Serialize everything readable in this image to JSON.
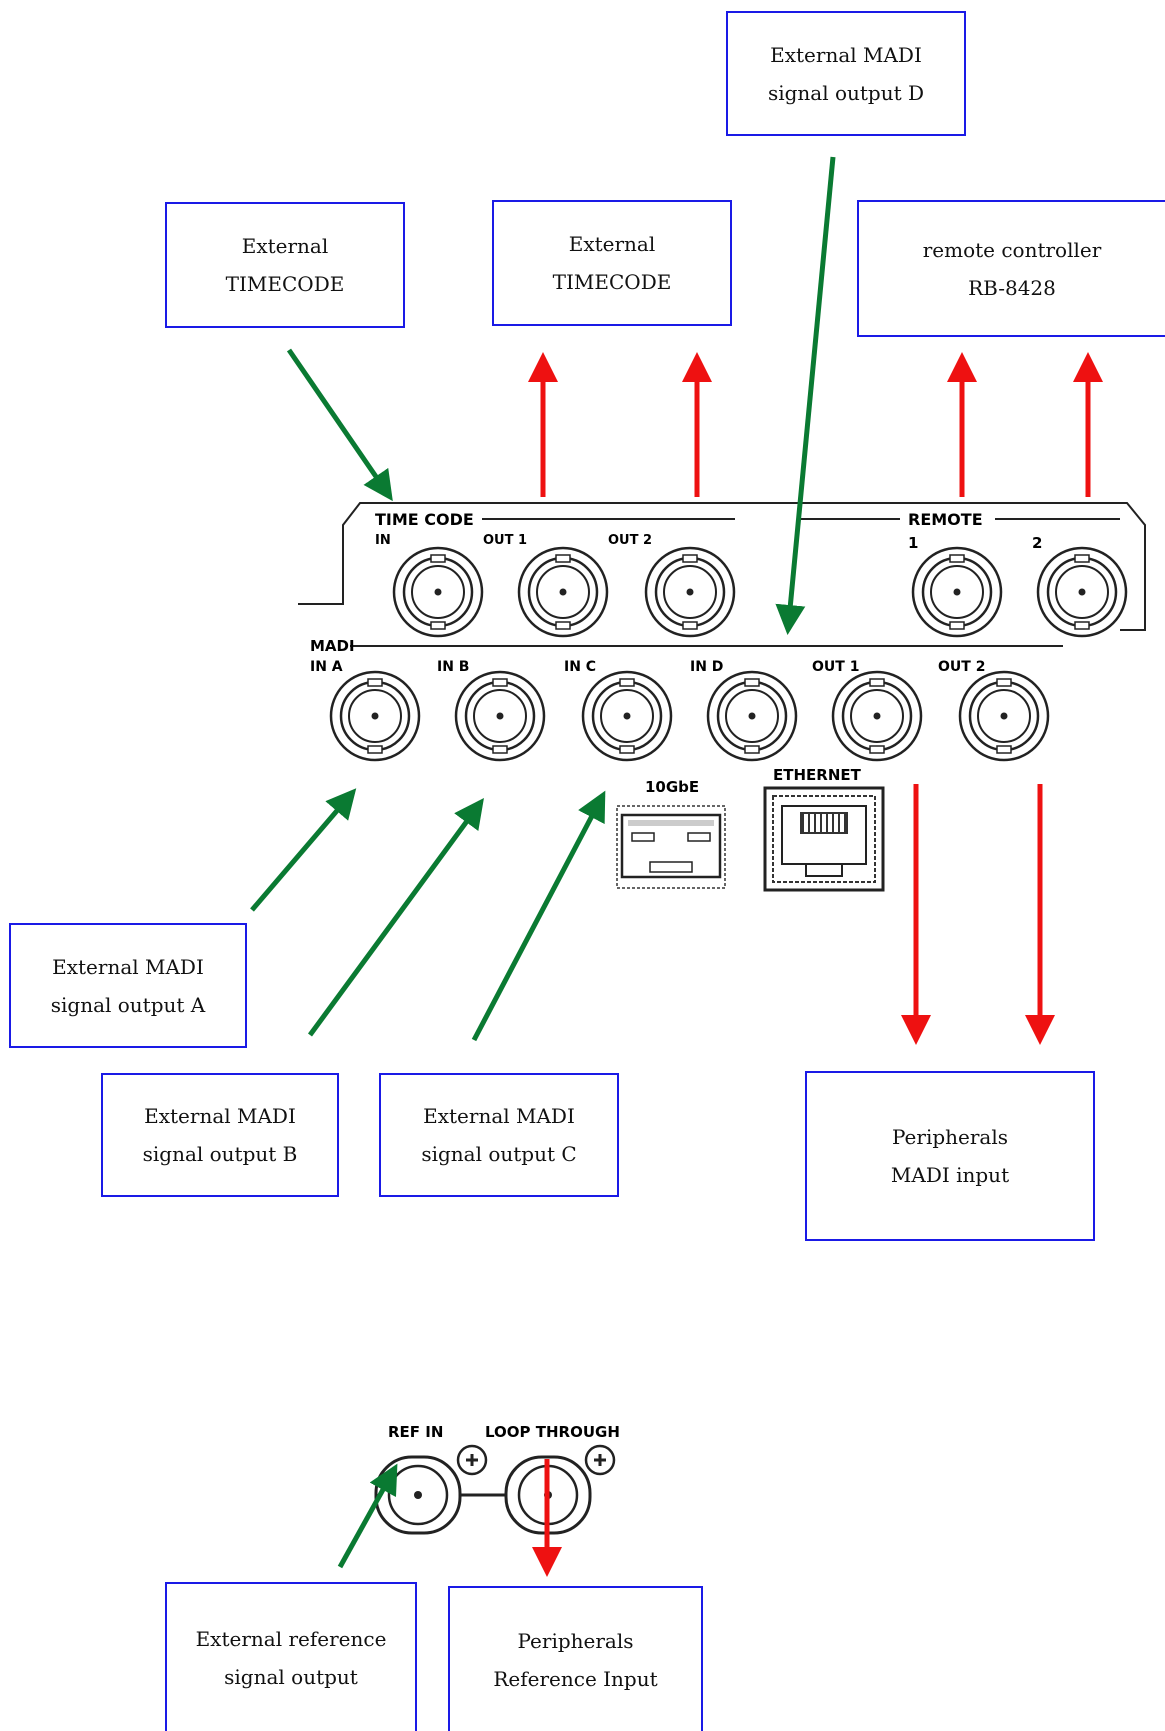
{
  "callouts": {
    "madi_out_d": [
      "External MADI",
      "signal output D"
    ],
    "tc_in": [
      "External",
      "TIMECODE"
    ],
    "tc_out": [
      "External",
      "TIMECODE"
    ],
    "remote": [
      "remote controller",
      "RB-8428"
    ],
    "madi_out_a": [
      "External MADI",
      "signal output A"
    ],
    "madi_out_b": [
      "External MADI",
      "signal output B"
    ],
    "madi_out_c": [
      "External MADI",
      "signal output C"
    ],
    "periph_madi": [
      "Peripherals",
      "MADI input"
    ],
    "ext_ref": [
      "External reference",
      "signal output"
    ],
    "periph_ref": [
      "Peripherals",
      "Reference Input"
    ]
  },
  "panel": {
    "time_code": "TIME CODE",
    "tc_in": "IN",
    "tc_out1": "OUT 1",
    "tc_out2": "OUT 2",
    "remote": "REMOTE",
    "remote1": "1",
    "remote2": "2",
    "madi": "MADI",
    "in_a": "IN A",
    "in_b": "IN B",
    "in_c": "IN C",
    "in_d": "IN D",
    "out1": "OUT 1",
    "out2": "OUT 2",
    "gbe": "10GbE",
    "ethernet": "ETHERNET"
  },
  "ref_panel": {
    "ref_in": "REF IN",
    "loop_through": "LOOP THROUGH"
  },
  "colors": {
    "box_border": "#1a1ae6",
    "input_arrow": "#0a7a32",
    "output_arrow": "#ee1111"
  }
}
